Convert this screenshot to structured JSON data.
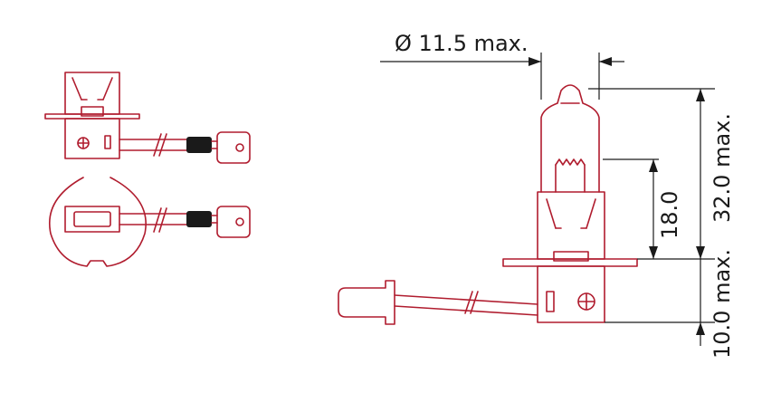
{
  "dimensions": {
    "diameter": "Ø 11.5 max.",
    "height_inner": "18.0",
    "height_total": "32.0 max.",
    "base": "10.0 max."
  },
  "colors": {
    "outline": "#b01c2e",
    "dimension": "#1a1a1a",
    "background": "#ffffff"
  }
}
